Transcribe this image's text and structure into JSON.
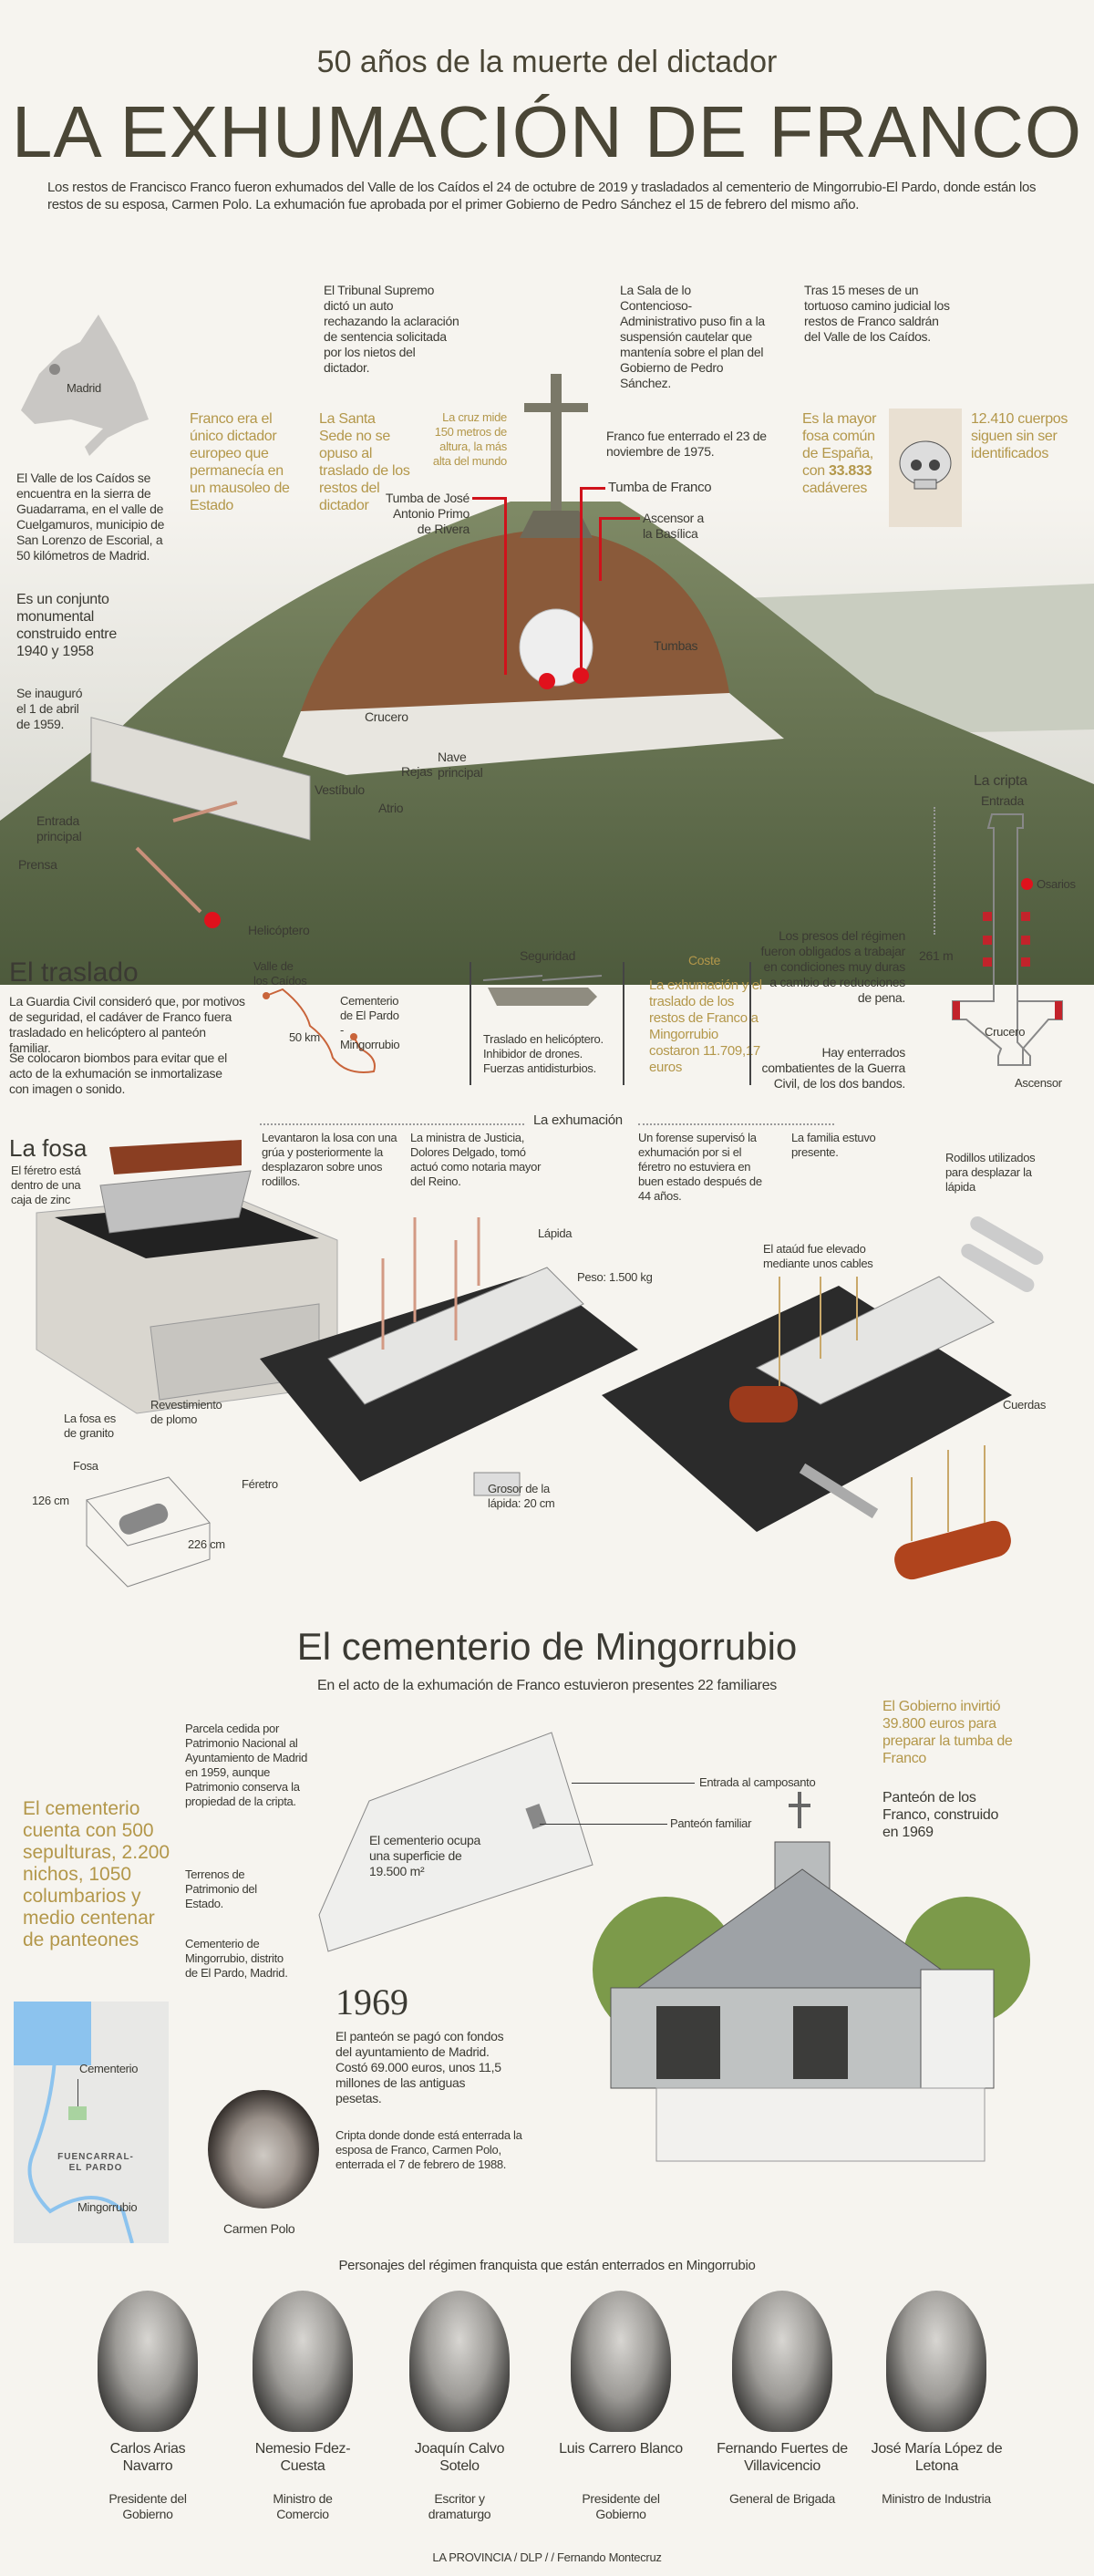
{
  "header": {
    "kicker": "50 años de la muerte del dictador",
    "title": "LA EXHUMACIÓN DE FRANCO",
    "intro": "Los restos de Francisco Franco fueron exhumados del Valle de los Caídos el 24 de octubre de 2019 y trasladados al cementerio de Mingorrubio-El Pardo, donde están los restos de su esposa, Carmen Polo. La exhumación fue aprobada por el primer Gobierno de Pedro Sánchez el 15 de febrero del mismo año."
  },
  "timeline": {
    "tribunal": "El Tribunal Supremo dictó un auto rechazando la aclaración de sentencia solicitada por los nietos del dictador.",
    "sala": "La Sala de lo Contencioso-Administrativo puso fin a la suspensión cautelar que mantenía sobre el plan del Gobierno de Pedro Sánchez.",
    "tras": "Tras 15 meses de un tortuoso camino judicial los restos de Franco saldrán del Valle de los Caídos."
  },
  "valle": {
    "map_label": "Madrid",
    "location": "El Valle de los Caídos se encuentra en la sierra de Guadarrama, en el valle de Cuelgamuros, municipio de San Lorenzo de Escorial, a 50 kilómetros de Madrid.",
    "conjunto": "Es un conjunto monumental construido entre 1940 y 1958",
    "inaugurado": "Se inauguró el 1 de abril de 1959.",
    "fact_dictador": "Franco era el único dictador europeo que permanecía en un mausoleo de Estado",
    "fact_santa_sede": "La Santa Sede no se opuso al traslado de los restos del dictador",
    "fact_cruz": "La cruz mide 150 metros de altura, la más alta del mundo",
    "enterrado": "Franco fue enterrado el 23 de noviembre de 1975.",
    "fosa_comun_pre": "Es la mayor fosa común de España, con ",
    "fosa_comun_num": "33.833",
    "fosa_comun_post": " cadáveres",
    "cuerpos": "12.410 cuerpos siguen sin ser identificados",
    "labels": {
      "tumba_ja": "Tumba de José Antonio Primo de Rivera",
      "tumba_franco": "Tumba de Franco",
      "ascensor": "Ascensor a la Basílica",
      "tumbas": "Tumbas",
      "crucero": "Crucero",
      "nave": "Nave principal",
      "rejas": "Rejas",
      "atrio": "Atrio",
      "vestibulo": "Vestíbulo",
      "entrada": "Entrada principal",
      "prensa": "Prensa",
      "helicoptero": "Helicóptero"
    }
  },
  "cripta": {
    "title": "La cripta",
    "entrada": "Entrada",
    "osarios": "Osarios",
    "length": "261 m",
    "crucero": "Crucero",
    "ascensor": "Ascensor",
    "presos": "Los presos del régimen fueron obligados a trabajar en condiciones muy duras a cambio de reducciones de pena.",
    "combatientes": "Hay enterrados combatientes de la Guerra Civil, de los dos bandos."
  },
  "traslado": {
    "title": "El traslado",
    "p1": "La Guardia Civil consideró que, por motivos de seguridad, el cadáver de Franco fuera trasladado en helicóptero al panteón familiar.",
    "p2": "Se colocaron biombos para evitar que el acto de la exhumación se inmortalizase con imagen o sonido.",
    "route_origin": "Valle de los Caídos",
    "route_dest": "Cementerio de El Pardo - Mingorrubio",
    "route_distance": "50 km",
    "seguridad_title": "Seguridad",
    "seguridad_text": "Traslado en helicóptero. Inhibidor de drones. Fuerzas antidisturbios.",
    "coste_title": "Coste",
    "coste_text": "La exhumación y el traslado de los restos de Franco a Mingorrubio costaron 11.709,17 euros"
  },
  "exhumacion": {
    "title": "La exhumación",
    "steps": [
      "Levantaron la losa con una grúa y posteriormente la desplazaron sobre unos rodillos.",
      "La ministra de Justicia, Dolores Delgado, tomó actuó como notaria mayor del Reino.",
      "Un forense supervisó la exhumación por si el féretro no estuviera en buen estado después de 44 años.",
      "La familia estuvo presente."
    ],
    "rodillos": "Rodillos utilizados para desplazar la lápida",
    "fosa_title": "La fosa",
    "fosa_text": "El féretro está dentro de una caja de zinc",
    "granito": "La fosa es de granito",
    "plomo": "Revestimiento de plomo",
    "fosa_label": "Fosa",
    "feretro": "Féretro",
    "height": "126 cm",
    "length": "226 cm",
    "lapida": "Lápida",
    "peso": "Peso: 1.500 kg",
    "grosor": "Grosor de la lápida: 20 cm",
    "ataud": "El ataúd fue elevado mediante unos cables",
    "cuerdas": "Cuerdas"
  },
  "cementerio": {
    "title": "El cementerio de Mingorrubio",
    "subtitle": "En el acto de la exhumación de Franco estuvieron presentes 22 familiares",
    "capacidad": "El cementerio cuenta con 500 sepulturas, 2.200 nichos, 1050 columbarios y medio centenar de panteones",
    "parcela": "Parcela cedida por Patrimonio Nacional al Ayuntamiento de Madrid en 1959, aunque  Patrimonio conserva la propiedad de la cripta.",
    "terrenos": "Terrenos de Patrimonio del Estado.",
    "ubicacion": "Cementerio de Mingorrubio, distrito de El Pardo, Madrid.",
    "superficie": "El cementerio ocupa una superficie de 19.500 m²",
    "entrada": "Entrada al camposanto",
    "panteon_familiar": "Panteón familiar",
    "gobierno": "El Gobierno invirtió 39.800 euros para preparar la tumba de Franco",
    "panteon_construido": "Panteón de los Franco, construido en 1969",
    "year": "1969",
    "pago": "El panteón se pagó con fondos del ayuntamiento de Madrid. Costó 69.000 euros, unos 11,5 millones de las antiguas pesetas.",
    "cripta": "Cripta donde donde está enterrada la esposa de Franco, Carmen Polo, enterrada el 7 de febrero de 1988.",
    "carmen": "Carmen Polo",
    "map": {
      "cementerio": "Cementerio",
      "district": "FUENCARRAL-EL PARDO",
      "mingorrubio": "Mingorrubio"
    }
  },
  "personajes": {
    "title": "Personajes del régimen franquista que están enterrados en Mingorrubio",
    "people": [
      {
        "name": "Carlos Arias Navarro",
        "role": "Presidente del Gobierno"
      },
      {
        "name": "Nemesio Fdez- Cuesta",
        "role": "Ministro de Comercio"
      },
      {
        "name": "Joaquín Calvo Sotelo",
        "role": "Escritor y dramaturgo"
      },
      {
        "name": "Luis Carrero Blanco",
        "role": "Presidente del Gobierno"
      },
      {
        "name": "Fernando Fuertes de Villavicencio",
        "role": "General de Brigada"
      },
      {
        "name": "José María López de Letona",
        "role": "Ministro de Industria"
      }
    ]
  },
  "footer": "LA PROVINCIA / DLP /  / Fernando Montecruz",
  "colors": {
    "accent_gold": "#b3974a",
    "marker_red": "#d0121b",
    "text": "#3b3a33"
  }
}
